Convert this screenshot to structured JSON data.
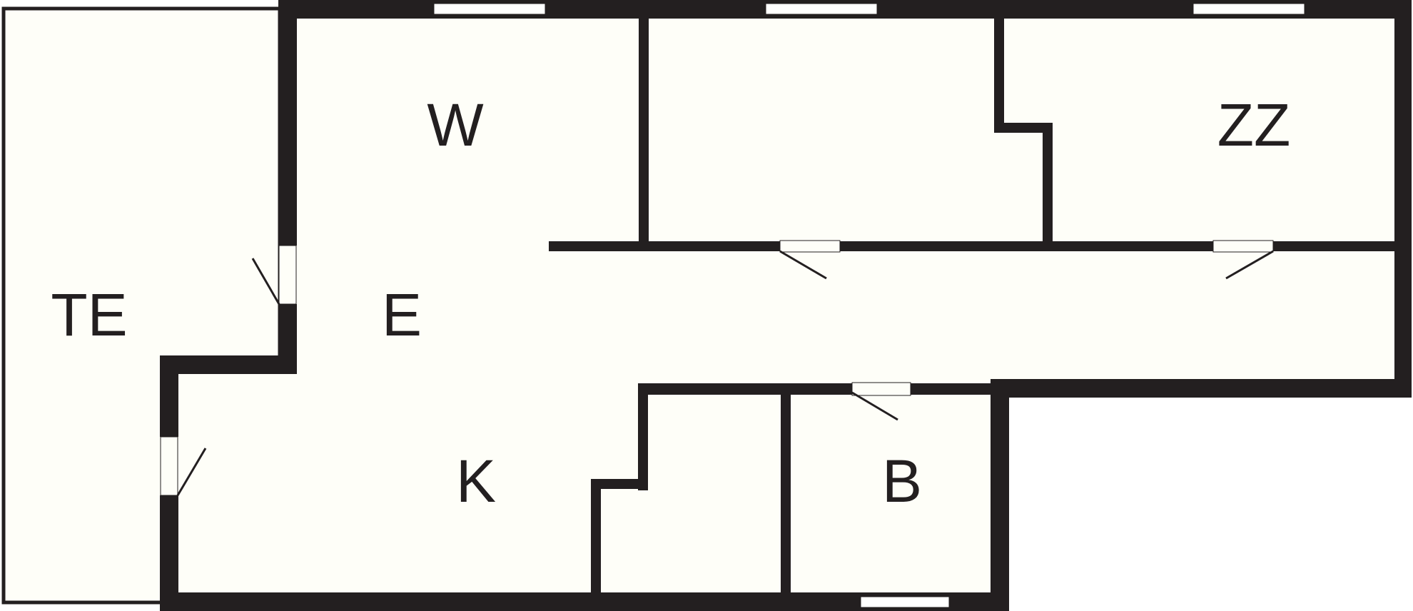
{
  "plan": {
    "colors": {
      "wall": "#231f20",
      "floor": "#fefef8",
      "window": "#ffffff",
      "background": "#ffffff"
    },
    "rooms": [
      {
        "id": "terrace",
        "label": "TE"
      },
      {
        "id": "entrance",
        "label": "E"
      },
      {
        "id": "living",
        "label": "W"
      },
      {
        "id": "bedroom",
        "label": "ZZ"
      },
      {
        "id": "kitchen",
        "label": "K"
      },
      {
        "id": "bathroom",
        "label": "B"
      }
    ]
  }
}
